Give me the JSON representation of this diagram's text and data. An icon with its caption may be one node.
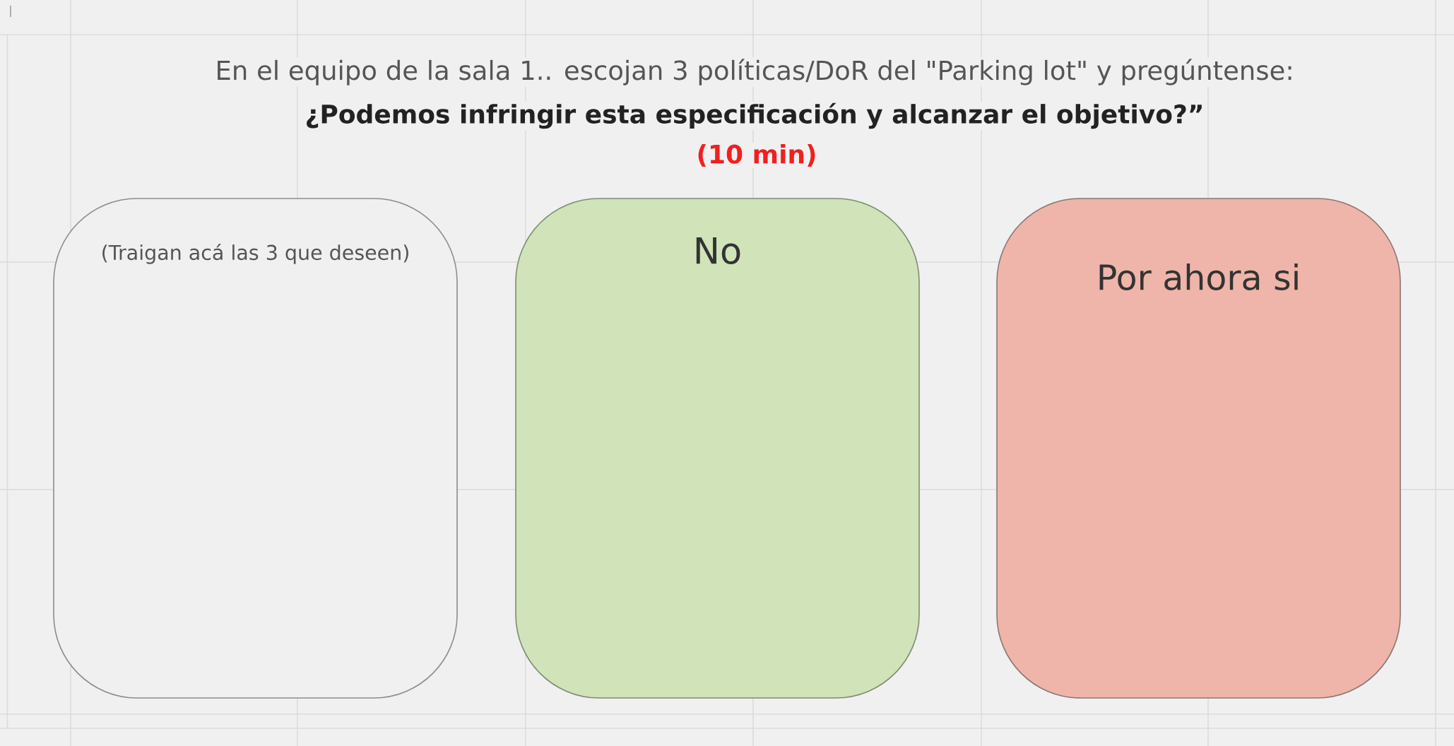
{
  "diagram": {
    "nodes": [
      {
        "text": [
          "(Traigan acá las 3 que deseen)"
        ]
      },
      {
        "text": [
          "No"
        ]
      },
      {
        "text": [
          "Por ahora si"
        ]
      }
    ],
    "labels": [
      "En el equipo de la sala 1.. escojan 3 políticas/DoR del \"Parking lot\" y pregúntense:",
      "¿Podemos infringir esta especificación y alcanzar el objetivo?”",
      "(10 min)"
    ]
  }
}
